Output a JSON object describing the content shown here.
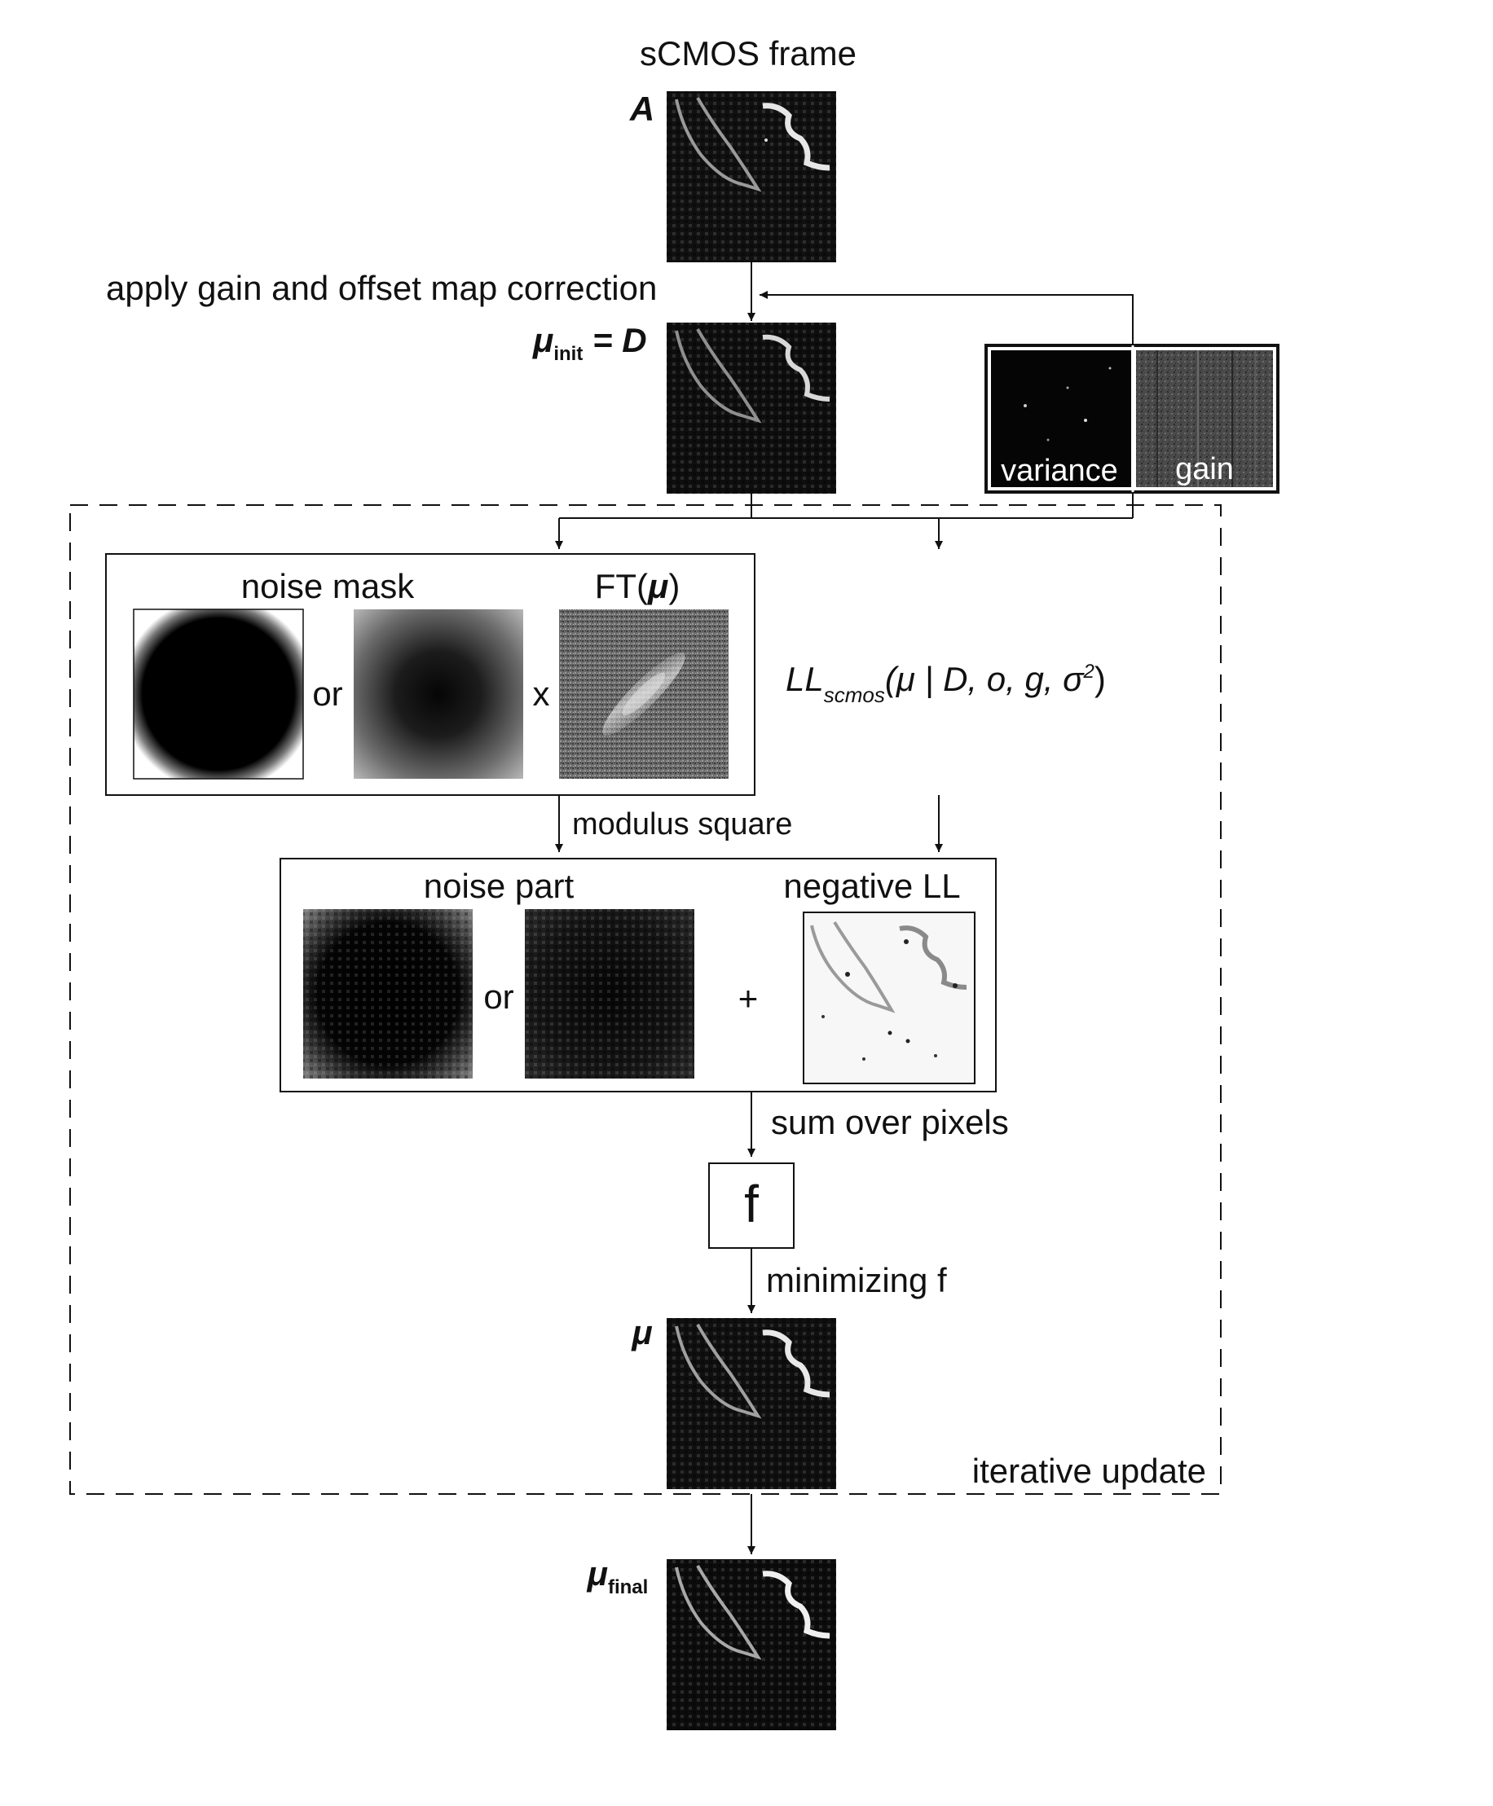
{
  "diagram": {
    "title": "sCMOS frame",
    "label_A": "A",
    "step_gain_offset": "apply gain and offset map correction",
    "mu_init": {
      "symbol": "μ",
      "sub": "init",
      "rest": " = D"
    },
    "maps": {
      "variance_label": "variance",
      "gain_label": "gain"
    },
    "noise_mask_title": "noise mask",
    "ft_title": {
      "prefix": "FT(",
      "symbol": "μ",
      "suffix": ")"
    },
    "or_label": "or",
    "times_label": "x",
    "ll_formula": {
      "LL": "LL",
      "sub": "scmos",
      "args_a": "(μ | D, o, g, σ",
      "sup": "2",
      "args_b": ")"
    },
    "step_modulus": "modulus square",
    "noise_part_title": "noise part",
    "negative_ll_title": "negative LL",
    "plus_label": "+",
    "step_sum": "sum over pixels",
    "f_label": "f",
    "step_minimize": "minimizing f",
    "mu_label": "μ",
    "iterative_label": "iterative update",
    "mu_final": {
      "symbol": "μ",
      "sub": "final"
    }
  }
}
